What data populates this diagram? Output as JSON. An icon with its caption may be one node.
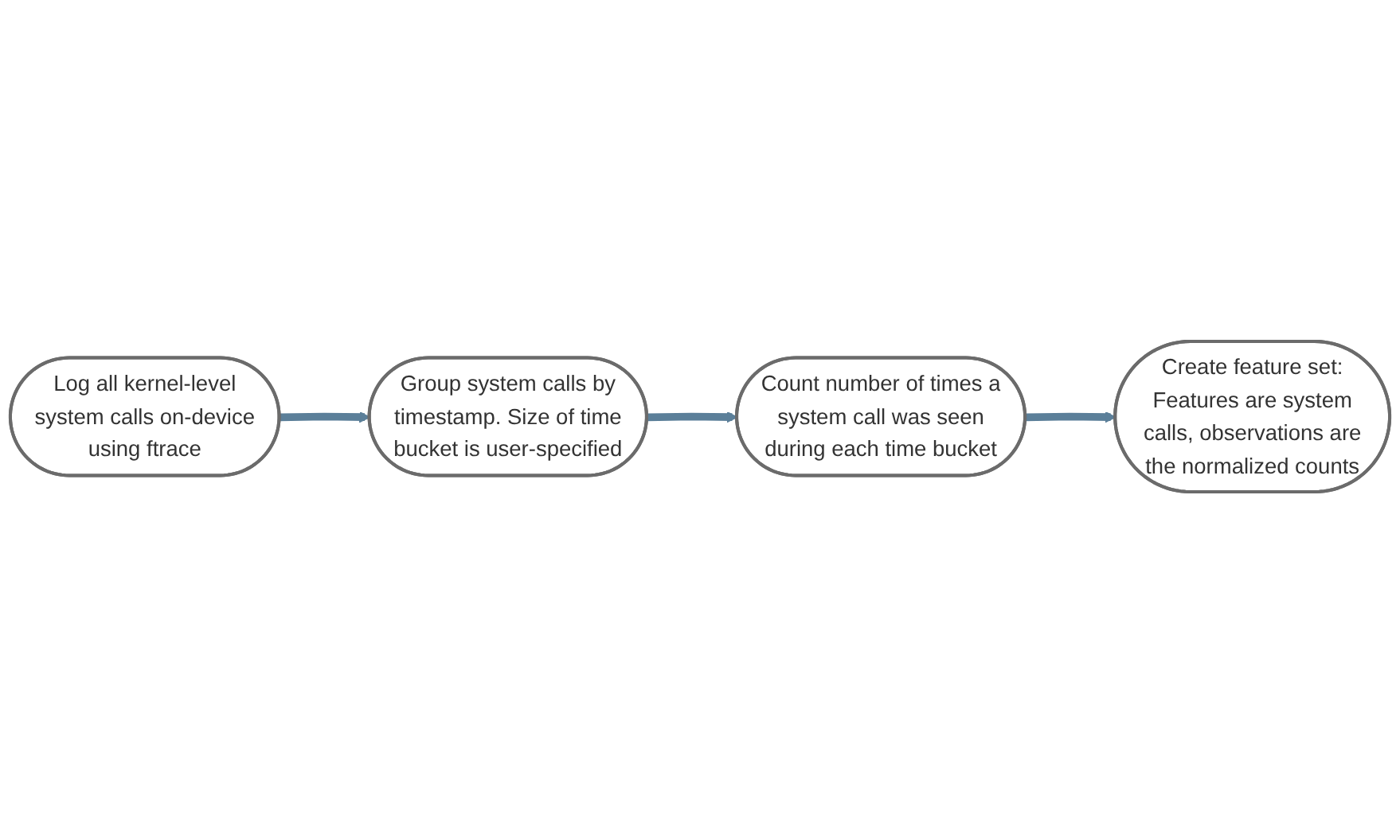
{
  "diagram": {
    "nodes": [
      {
        "text": [
          "Log all kernel-level system calls on-device using ftrace"
        ]
      },
      {
        "text": [
          "Group system calls by timestamp. Size of time bucket is user-specified"
        ]
      },
      {
        "text": [
          "Count number of times a system call was seen during each time bucket"
        ]
      },
      {
        "text": [
          "Create feature set: Features are system calls, observations are the normalized counts"
        ]
      }
    ],
    "edges": [
      {
        "from": 0,
        "to": 1,
        "arrow": "to"
      },
      {
        "from": 1,
        "to": 2,
        "arrow": "to"
      },
      {
        "from": 2,
        "to": 3,
        "arrow": "to"
      }
    ]
  }
}
